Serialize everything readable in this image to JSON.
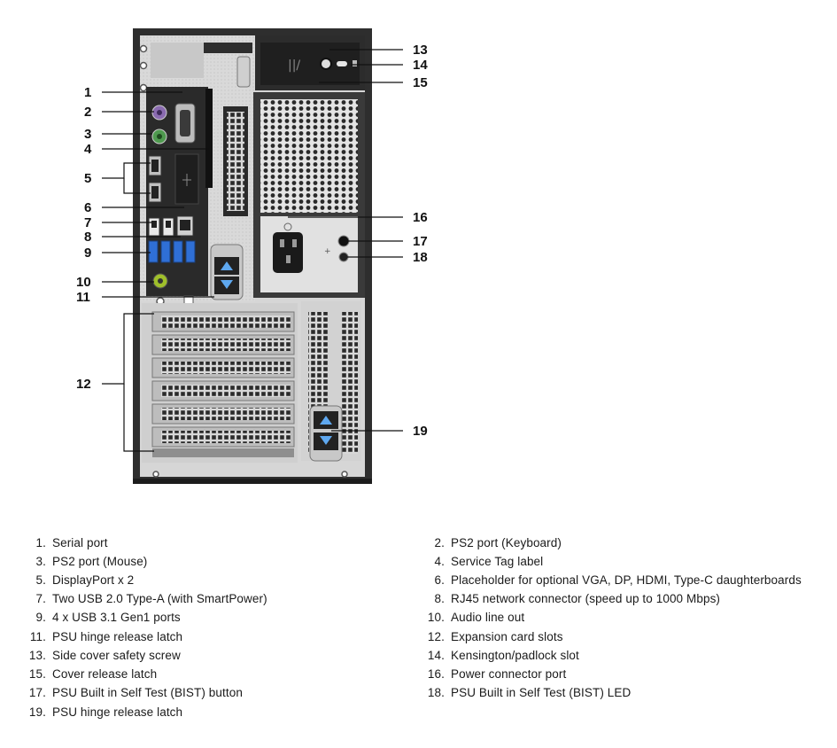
{
  "diagram": {
    "callouts": [
      "1",
      "2",
      "3",
      "4",
      "5",
      "6",
      "7",
      "8",
      "9",
      "10",
      "11",
      "12",
      "13",
      "14",
      "15",
      "16",
      "17",
      "18",
      "19"
    ]
  },
  "legend": {
    "items": [
      {
        "num": "1.",
        "text": "Serial port"
      },
      {
        "num": "2.",
        "text": "PS2 port (Keyboard)"
      },
      {
        "num": "3.",
        "text": "PS2 port (Mouse)"
      },
      {
        "num": "4.",
        "text": "Service Tag label"
      },
      {
        "num": "5.",
        "text": "DisplayPort x 2"
      },
      {
        "num": "6.",
        "text": "Placeholder for optional VGA, DP, HDMI, Type-C daughterboards"
      },
      {
        "num": "7.",
        "text": "Two USB 2.0 Type-A (with SmartPower)"
      },
      {
        "num": "8.",
        "text": "RJ45 network connector (speed up to 1000 Mbps)"
      },
      {
        "num": "9.",
        "text": "4 x USB 3.1 Gen1 ports"
      },
      {
        "num": "10.",
        "text": "Audio line out"
      },
      {
        "num": "11.",
        "text": "PSU hinge release latch"
      },
      {
        "num": "12.",
        "text": "Expansion card slots"
      },
      {
        "num": "13.",
        "text": "Side cover safety screw"
      },
      {
        "num": "14.",
        "text": "Kensington/padlock slot"
      },
      {
        "num": "15.",
        "text": "Cover release latch"
      },
      {
        "num": "16.",
        "text": "Power connector port"
      },
      {
        "num": "17.",
        "text": "PSU Built in Self Test (BIST) button"
      },
      {
        "num": "18.",
        "text": "PSU Built in Self Test (BIST) LED"
      },
      {
        "num": "19.",
        "text": "PSU hinge release latch"
      }
    ]
  },
  "colors": {
    "chassis": "#2e2e2e",
    "panel": "#dcdcdc",
    "accent_blue": "#3a78c8",
    "usb3_blue": "#2f6fd6",
    "audio_green": "#9fbf2a",
    "ps2_purple": "#8a6bb0",
    "ps2_green": "#4f9a4f"
  }
}
